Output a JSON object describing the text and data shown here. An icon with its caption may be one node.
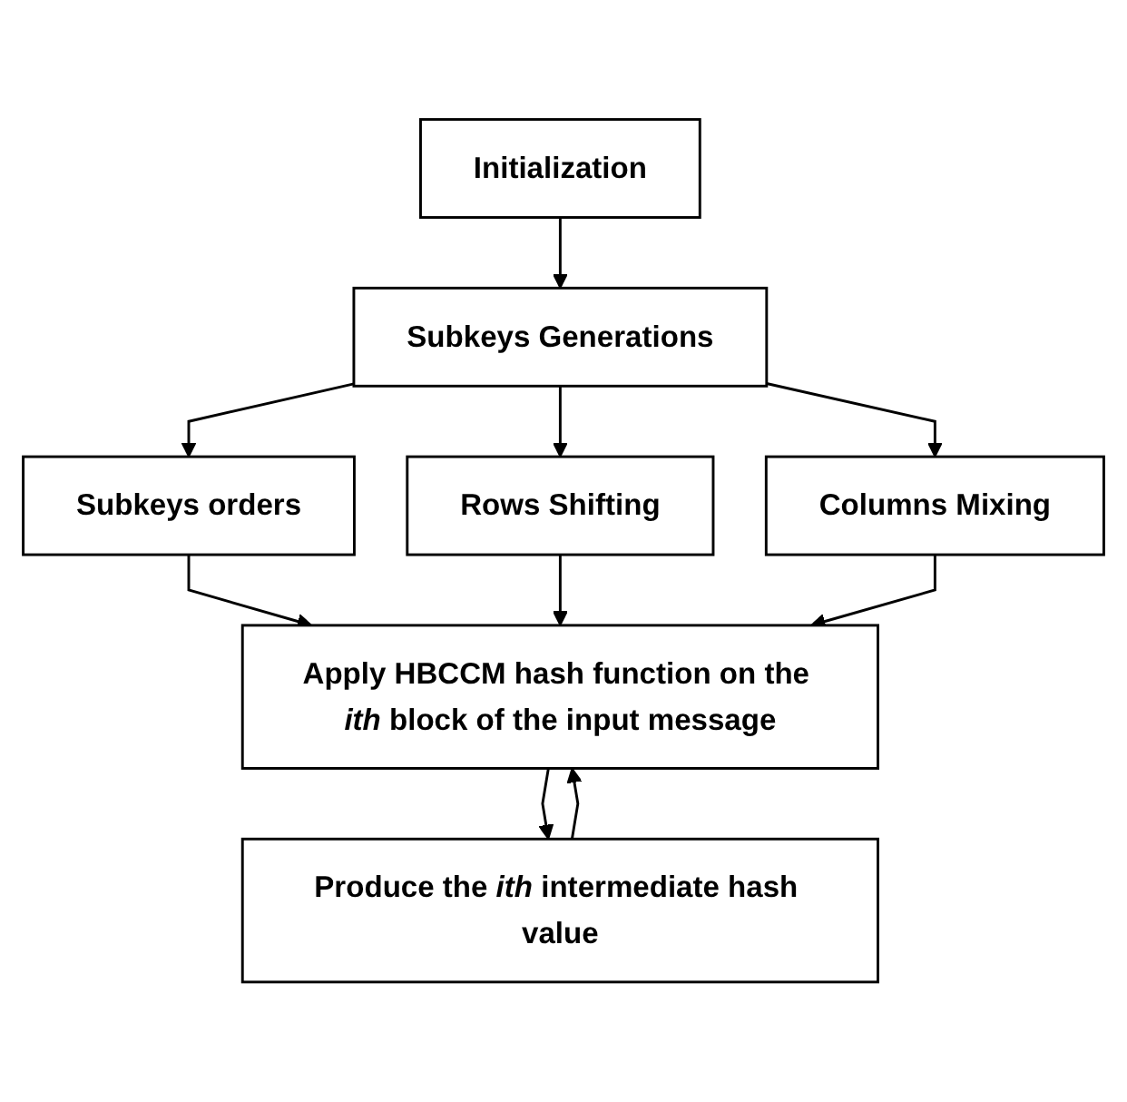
{
  "diagram": {
    "nodes": [
      {
        "text": [
          "Initialization"
        ]
      },
      {
        "text": [
          "Subkeys Generations"
        ]
      },
      {
        "text": [
          "Subkeys orders"
        ]
      },
      {
        "text": [
          "Rows Shifting"
        ]
      },
      {
        "text": [
          "Columns Mixing"
        ]
      },
      {
        "text": [
          "Apply HBCCM hash function on the *ith* block of the input message"
        ]
      },
      {
        "text": [
          "Produce the *ith* intermediate hash value"
        ]
      }
    ],
    "edges": [
      {
        "from": 0,
        "to": 1,
        "arrow": "to"
      },
      {
        "from": 1,
        "to": 2,
        "arrow": "to"
      },
      {
        "from": 1,
        "to": 3,
        "arrow": "to"
      },
      {
        "from": 1,
        "to": 4,
        "arrow": "to"
      },
      {
        "from": 2,
        "to": 5,
        "arrow": "to"
      },
      {
        "from": 3,
        "to": 5,
        "arrow": "to"
      },
      {
        "from": 4,
        "to": 5,
        "arrow": "to"
      },
      {
        "from": 5,
        "to": 6,
        "arrow": "to"
      },
      {
        "from": 6,
        "to": 5,
        "arrow": "to"
      }
    ]
  }
}
